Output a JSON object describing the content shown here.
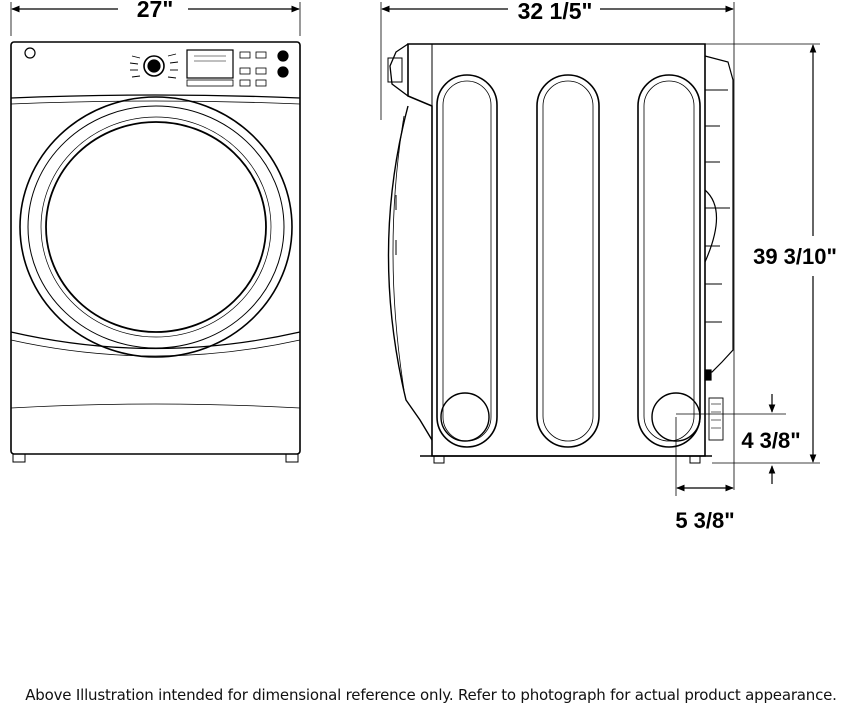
{
  "dimensions": {
    "width": "27\"",
    "depth": "32 1/5\"",
    "height": "39 3/10\"",
    "vent_height": "4 3/8\"",
    "vent_offset": "5 3/8\""
  },
  "caption": "Above Illustration intended for dimensional reference only. Refer to photograph for actual product appearance."
}
